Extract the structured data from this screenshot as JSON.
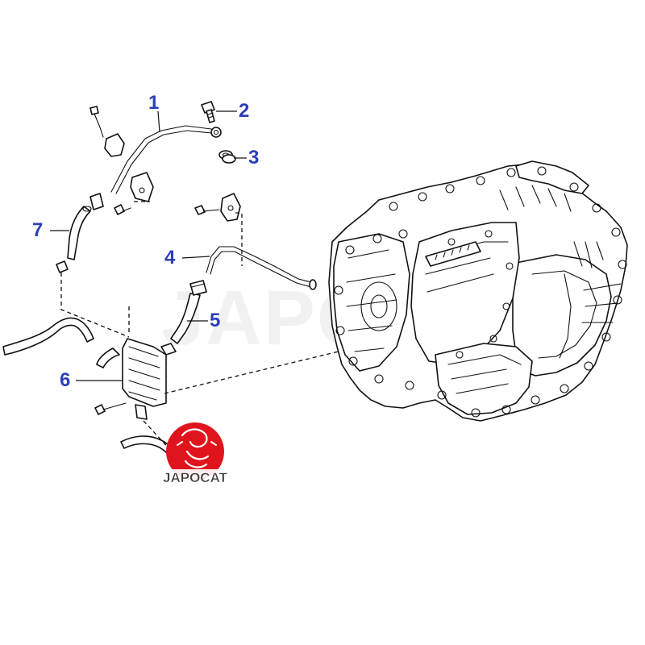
{
  "callouts": [
    {
      "id": "1"
    },
    {
      "id": "2"
    },
    {
      "id": "3"
    },
    {
      "id": "4"
    },
    {
      "id": "5"
    },
    {
      "id": "6"
    },
    {
      "id": "7"
    }
  ],
  "watermark": "JAPOCAT",
  "logo": {
    "text": "JAPOCAT",
    "color": "#e0141c"
  },
  "colors": {
    "callout": "#2b3fb8",
    "line": "#111111",
    "background": "#ffffff"
  }
}
